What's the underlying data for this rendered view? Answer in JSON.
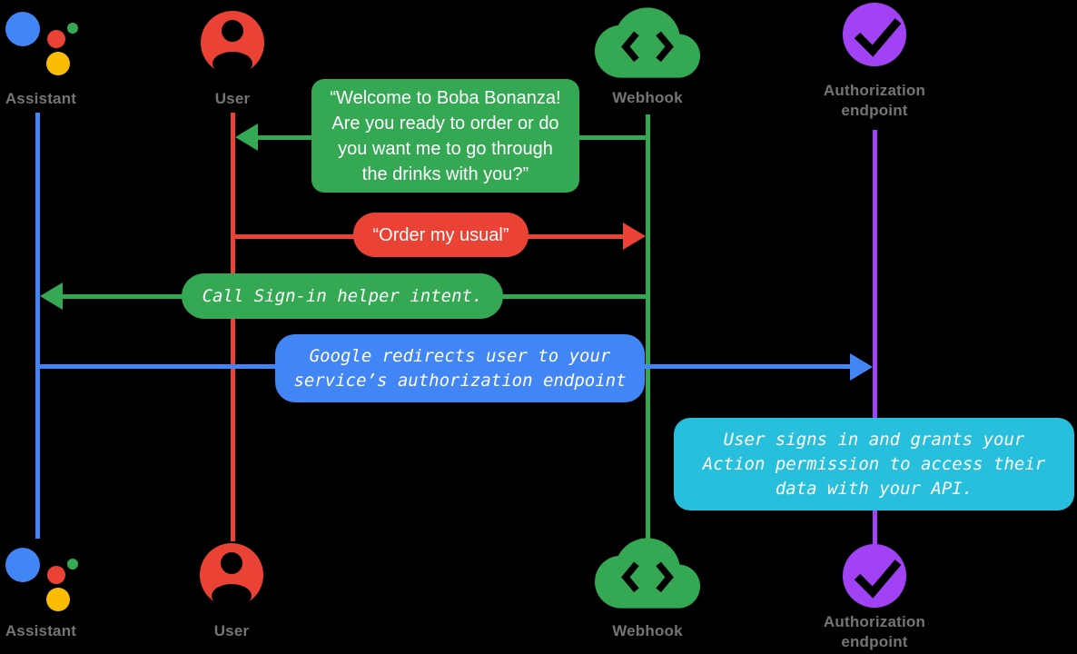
{
  "colors": {
    "assistant_blue": "#4285F4",
    "user_red": "#EA4335",
    "webhook_green": "#34A853",
    "authorization_purple": "#A142F4",
    "note_cyan": "#28BFDC",
    "label_gray": "#757575",
    "logo_yellow": "#FBBC04",
    "text_white": "#FFFFFF"
  },
  "actors": [
    {
      "id": "assistant",
      "label": "Assistant",
      "icon": "google-assistant-icon",
      "color": "#4285F4"
    },
    {
      "id": "user",
      "label": "User",
      "icon": "user-icon",
      "color": "#EA4335"
    },
    {
      "id": "webhook",
      "label": "Webhook",
      "icon": "cloud-webhook-icon",
      "color": "#34A853"
    },
    {
      "id": "authorization_endpoint",
      "label": "Authorization endpoint",
      "icon": "check-circle-icon",
      "color": "#A142F4"
    }
  ],
  "messages": [
    {
      "from": "webhook",
      "to": "user",
      "style": "speech",
      "color": "#34A853",
      "text": "“Welcome to Boba Bonanza!\nAre you ready to order or do\nyou want me to go through\nthe drinks with you?”"
    },
    {
      "from": "user",
      "to": "webhook",
      "style": "speech",
      "color": "#EA4335",
      "text": "“Order my usual”"
    },
    {
      "from": "webhook",
      "to": "assistant",
      "style": "code",
      "color": "#34A853",
      "text": "Call Sign-in helper intent."
    },
    {
      "from": "assistant",
      "to": "authorization_endpoint",
      "style": "code",
      "color": "#4285F4",
      "text": "Google redirects user to your\nservice’s authorization endpoint"
    },
    {
      "at": "authorization_endpoint",
      "style": "code-note",
      "color": "#28BFDC",
      "text": "User signs in and grants your\nAction permission to access their\ndata with your API."
    }
  ]
}
